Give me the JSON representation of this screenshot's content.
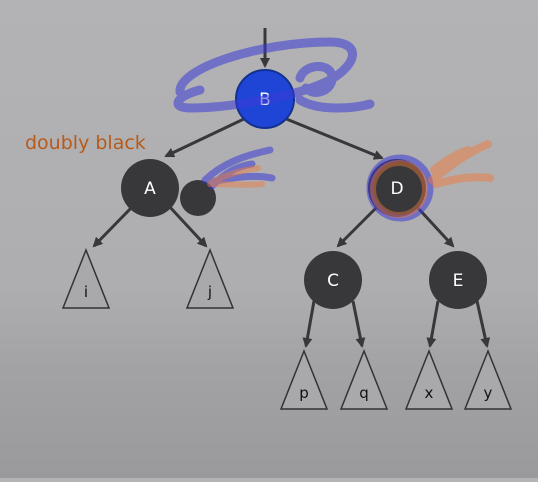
{
  "annotation": {
    "text": "doubly black",
    "color": "#b85a1a"
  },
  "colors": {
    "black_node": "#38373a",
    "red_node": "#1f45d6",
    "edge": "#38373a",
    "leaf_fill": "#a9a9ab",
    "leaf_stroke": "#333333",
    "pen_blue": "#3b3bd6",
    "pen_orange": "#f07a3a"
  },
  "nodes": {
    "B": "B",
    "A": "A",
    "D": "D",
    "C": "C",
    "E": "E"
  },
  "subtrees": {
    "i": "i",
    "j": "j",
    "p": "p",
    "q": "q",
    "x": "x",
    "y": "y"
  }
}
